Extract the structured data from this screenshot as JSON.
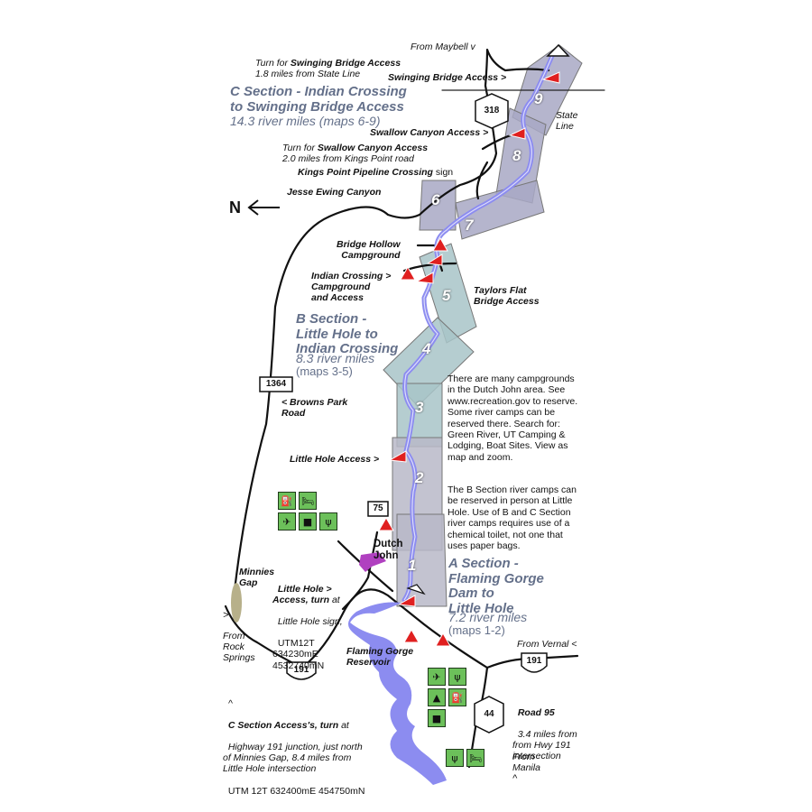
{
  "colors": {
    "river": "#8c8cf0",
    "section_c": "#a8a8c4",
    "section_b": "#a8c4c8",
    "section_a": "#b8b8c8",
    "access_marker": "#e02020",
    "facility_icon": "#6cc05a",
    "dutch_john": "#b040c0",
    "minnies_gap": "#b7b08a",
    "section_text": "#64708a"
  },
  "north_arrow": {
    "letter": "N"
  },
  "sections": {
    "c": {
      "title_line1": "C Section - Indian Crossing",
      "title_line2": "to Swinging Bridge Access",
      "miles": "14.3 river miles (maps 6-9)"
    },
    "b": {
      "title_line1": "B Section -",
      "title_line2": "Little Hole to",
      "title_line3": "Indian Crossing",
      "miles": "8.3 river miles",
      "maps": "(maps 3-5)"
    },
    "a": {
      "title_line1": "A Section -",
      "title_line2": "Flaming Gorge",
      "title_line3": "Dam to",
      "title_line4": "Little Hole",
      "miles": "7.2 river miles",
      "maps": "(maps 1-2)"
    }
  },
  "map_numbers": [
    "1",
    "2",
    "3",
    "4",
    "5",
    "6",
    "7",
    "8",
    "9"
  ],
  "labels": {
    "from_maybell": "From Maybell",
    "turn_swinging_1": "Turn for ",
    "turn_swinging_bold": "Swinging Bridge Access",
    "turn_swinging_2": "1.8 miles from State Line",
    "swinging_bridge_access": "Swinging Bridge Access >",
    "state_line": "State\nLine",
    "swallow_canyon_access": "Swallow Canyon Access >",
    "turn_swallow_1": "Turn for ",
    "turn_swallow_bold": "Swallow Canyon Access",
    "turn_swallow_2": "2.0 miles from Kings Point road",
    "kings_point_bold": "Kings Point Pipeline Crossing",
    "kings_point_sign": " sign",
    "jesse_ewing": "Jesse Ewing Canyon",
    "bridge_hollow": "Bridge Hollow\nCampground",
    "indian_crossing": "Indian Crossing >\nCampground\nand Access",
    "taylors_flat": "Taylors Flat\nBridge Access",
    "browns_park": "< Browns Park\nRoad",
    "little_hole_access": "Little Hole Access >",
    "dutch_john": "Dutch\nJohn",
    "minnies_gap": "Minnies\nGap",
    "little_hole_turn_bold": "Little Hole >\nAccess, turn",
    "little_hole_turn_rest": " at",
    "little_hole_sign": "Little Hole sign,",
    "little_hole_utm": "UTM12T\n634230mE\n4532740mN",
    "from_rock_springs": "From\nRock\nSprings",
    "flaming_gorge_reservoir": "Flaming Gorge\nReservoir",
    "from_vernal": "From Vernal",
    "road_95_bold": "Road 95",
    "road_95_desc": "3.4 miles from\nfrom Hwy 191\nintersection",
    "from_manila": "From\nManila",
    "c_access_bold": "C Section Access's, turn",
    "c_access_rest": " at",
    "c_access_desc": "Highway 191 junction, just north\nof Minnies Gap, 8.4 miles from\nLittle Hole intersection",
    "c_access_utm": "UTM 12T 632400mE 454750mN"
  },
  "shields": {
    "us_191_north": "191",
    "us_191_east": "191",
    "route_318": "318",
    "route_44": "44",
    "road_1364": "1364",
    "road_75": "75"
  },
  "info_text": {
    "paragraph1": "There are many campgrounds in the Dutch John area. See www.recreation.gov to reserve. Some river camps can be reserved there. Search for: Green River, UT Camping & Lodging, Boat Sites. View as map and zoom.",
    "paragraph2": "The B Section river camps can be reserved in person at Little Hole. Use of B and C Section river camps requires use of a chemical toilet, not one that uses paper bags."
  },
  "facility_icons": {
    "dutch_john_set": [
      "fuel-icon",
      "lodging-icon",
      "fishing-icon",
      "rv-icon",
      "food-icon"
    ],
    "reservoir_set": [
      "fishing-icon",
      "food-icon",
      "camping-icon",
      "fuel-icon",
      "lodging-icon",
      "rv-icon",
      "food-icon",
      "lodging-icon"
    ]
  }
}
